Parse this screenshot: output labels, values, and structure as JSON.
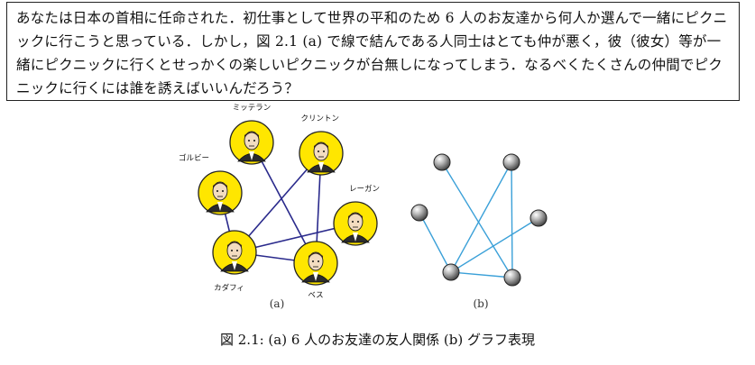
{
  "problem": {
    "text": "あなたは日本の首相に任命された．初仕事として世界の平和のため 6 人のお友達から何人か選んで一緒にピクニックに行こうと思っている．しかし，図 2.1 (a) で線で結んである人同士はとても仲が悪く，彼（彼女）等が一緒にピクニックに行くとせっかくの楽しいピクニックが台無しになってしまう．なるべくたくさんの仲間でピクニックに行くには誰を誘えばいいんだろう？"
  },
  "figure": {
    "caption": "図 2.1: (a) 6 人のお友達の友人関係 (b) グラフ表現",
    "panel_a_label": "(a)",
    "panel_b_label": "(b)",
    "people": [
      {
        "id": "mitterrand",
        "name": "ミッテラン",
        "icon": "mitterrand-portrait"
      },
      {
        "id": "clinton",
        "name": "クリントン",
        "icon": "clinton-portrait"
      },
      {
        "id": "gorbachev",
        "name": "ゴルビー",
        "icon": "gorbachev-portrait"
      },
      {
        "id": "reagan",
        "name": "レーガン",
        "icon": "reagan-portrait"
      },
      {
        "id": "gaddafi",
        "name": "カダフィ",
        "icon": "gaddafi-portrait"
      },
      {
        "id": "bess",
        "name": "ベス",
        "icon": "queen-portrait"
      }
    ],
    "edges": [
      [
        "mitterrand",
        "bess"
      ],
      [
        "clinton",
        "gaddafi"
      ],
      [
        "clinton",
        "bess"
      ],
      [
        "gorbachev",
        "gaddafi"
      ],
      [
        "reagan",
        "gaddafi"
      ],
      [
        "gaddafi",
        "bess"
      ]
    ],
    "colors": {
      "face_fill": "#ffe600",
      "edge_a": "#2a2a8c",
      "edge_b": "#3aa0d8",
      "node_b": "#9a9a9a"
    }
  }
}
